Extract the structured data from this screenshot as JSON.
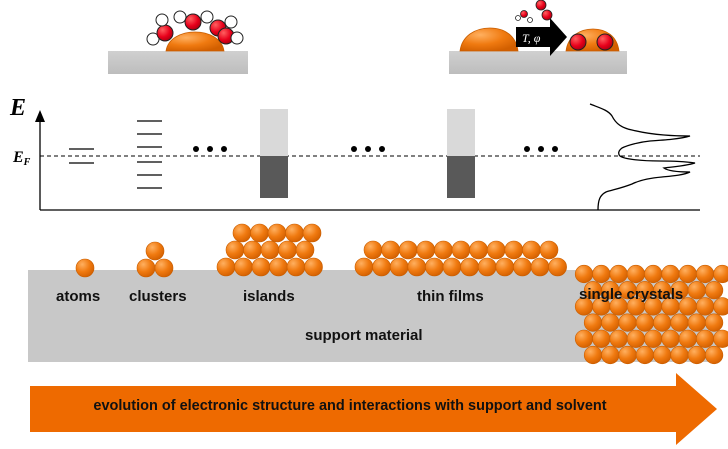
{
  "colors": {
    "particle": "#F07A10",
    "particle_edge": "#C95E00",
    "support": "#C8C8C8",
    "arrow": "#EE6A00",
    "adsorbate": "#E8001B",
    "band_top": "#D9D9D9",
    "band_bottom": "#595959"
  },
  "axis": {
    "y_label": "E",
    "fermi_label": "E",
    "fermi_sub": "F"
  },
  "reaction": {
    "condition_T": "T",
    "condition_sep": ", ",
    "condition_phi": "φ"
  },
  "labels": {
    "atoms": "atoms",
    "clusters": "clusters",
    "islands": "islands",
    "thin_films": "thin films",
    "single_crystals": "single crystals",
    "support": "support material"
  },
  "bottom_arrow_text": "evolution of electronic structure and interactions with support and solvent"
}
